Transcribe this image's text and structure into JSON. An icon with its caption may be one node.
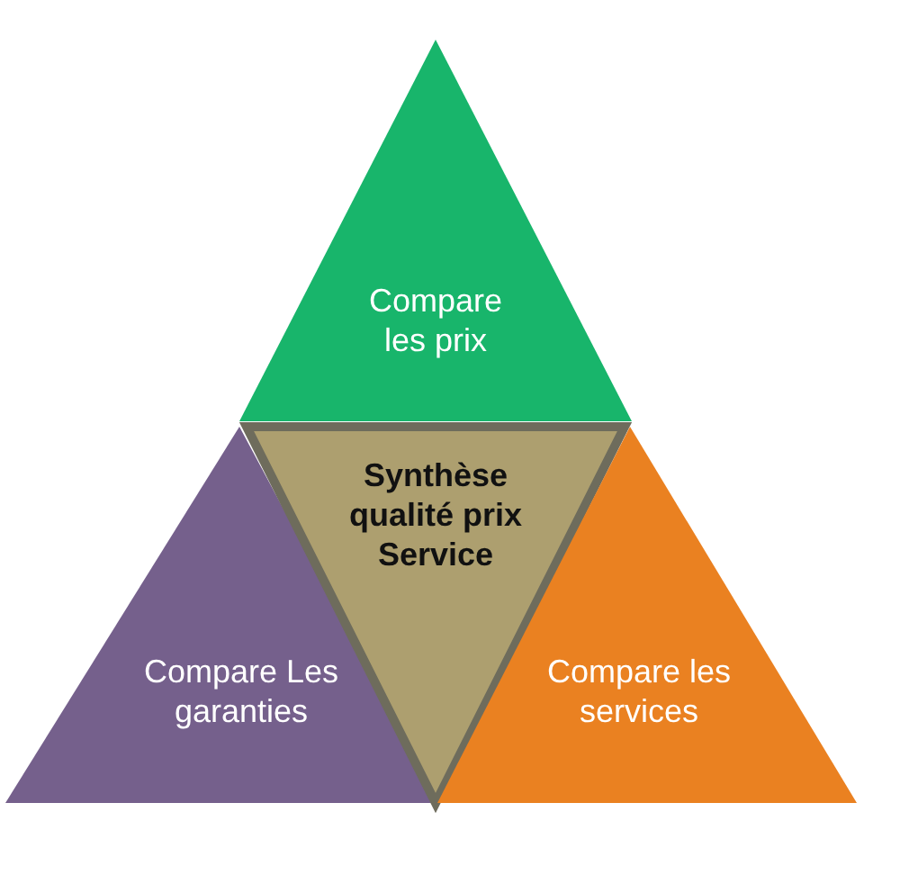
{
  "diagram": {
    "nodes": [
      {
        "text": [
          "Compare les prix"
        ]
      },
      {
        "text": [
          "Compare Les garanties"
        ]
      },
      {
        "text": [
          "Synthèse qualité prix Service"
        ]
      },
      {
        "text": [
          "Compare les services"
        ]
      }
    ]
  }
}
